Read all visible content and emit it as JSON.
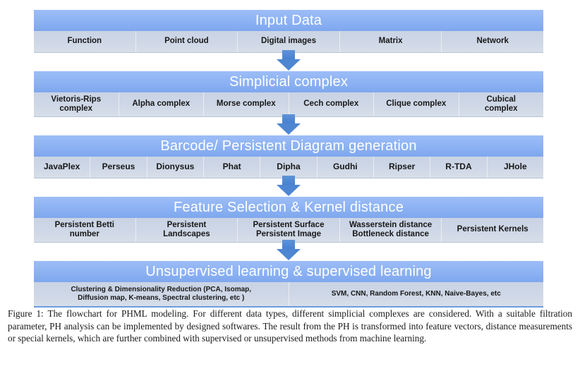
{
  "figure": {
    "caption": "Figure 1: The flowchart for PHML modeling. For different data types, different simplicial complexes are considered. With a suitable filtration parameter, PH analysis can be implemented by designed softwares. The result from the PH is transformed into feature vectors, distance measurements or special kernels, which are further combined with supervised or unsupervised methods from machine learning."
  },
  "colors": {
    "title_band": "#8CB2F3",
    "item_band": "#CED7E6",
    "arrow": "#4E86D2",
    "title_text": "#ffffff",
    "item_text": "#171717"
  },
  "flowchart": {
    "stages": [
      {
        "title": "Input Data",
        "items": [
          "Function",
          "Point cloud",
          "Digital images",
          "Matrix",
          "Network"
        ]
      },
      {
        "title": "Simplicial complex",
        "items": [
          "Vietoris-Rips\ncomplex",
          "Alpha complex",
          "Morse complex",
          "Cech complex",
          "Clique complex",
          "Cubical\ncomplex"
        ]
      },
      {
        "title": "Barcode/ Persistent Diagram generation",
        "items": [
          "JavaPlex",
          "Perseus",
          "Dionysus",
          "Phat",
          "Dipha",
          "Gudhi",
          "Ripser",
          "R-TDA",
          "JHole"
        ]
      },
      {
        "title": "Feature Selection & Kernel distance",
        "items": [
          "Persistent Betti\nnumber",
          "Persistent\nLandscapes",
          "Persistent Surface\nPersistent Image",
          "Wasserstein distance\nBottleneck distance",
          "Persistent Kernels"
        ]
      },
      {
        "title": "Unsupervised learning  &  supervised learning",
        "items": [
          "Clustering & Dimensionality Reduction (PCA, Isomap,\nDiffusion map, K-means, Spectral clustering, etc )",
          "SVM, CNN, Random Forest, KNN, Naive-Bayes, etc"
        ]
      }
    ],
    "arrow_icon": "arrow-down-icon",
    "arrow_count": 4
  }
}
